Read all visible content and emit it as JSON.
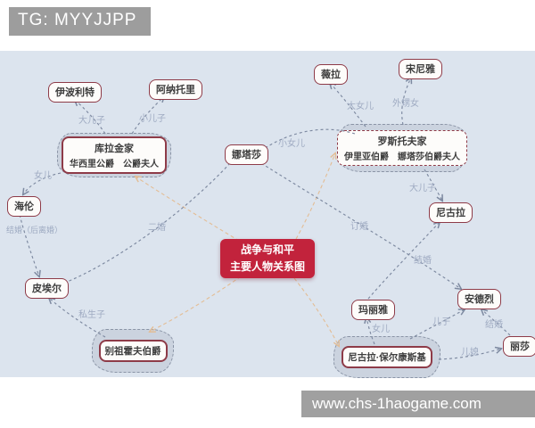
{
  "banner": {
    "text": "TG: MYYJJPP"
  },
  "footer": {
    "text": "www.chs-1haogame.com"
  },
  "center": {
    "title_line1": "战争与和平",
    "title_line2": "主要人物关系图"
  },
  "families": {
    "kuragin": {
      "title": "库拉金家",
      "members": "华西里公爵　公爵夫人"
    },
    "rostov": {
      "title": "罗斯托夫家",
      "members": "伊里亚伯爵　娜塔莎伯爵夫人"
    },
    "bezukhov": {
      "title": "别祖霍夫伯爵"
    },
    "bolkonsky": {
      "title": "尼古拉·保尔康斯基"
    }
  },
  "persons": {
    "hippolyte": "伊波利特",
    "anatole": "阿纳托里",
    "vera": "薇拉",
    "sonya": "宋尼雅",
    "natasha": "娜塔莎",
    "helen": "海伦",
    "nikolai": "尼古拉",
    "pierre": "皮埃尔",
    "andrei": "安德烈",
    "marya": "玛丽雅",
    "lisa": "丽莎"
  },
  "labels": {
    "eldest_son_kuragin": "大儿子",
    "younger_son": "小儿子",
    "daughter_kuragin": "女儿",
    "married_divorced": "结婚（后离婚）",
    "second_marriage": "二婚",
    "illegitimate_son": "私生子",
    "youngest_daughter": "小女儿",
    "eldest_daughter": "大女儿",
    "niece": "外甥女",
    "eldest_son_rostov": "大儿子",
    "engagement": "订婚",
    "marriage_nikolai": "结婚",
    "daughter_bolkonsky": "女儿",
    "son_bolkonsky": "儿子",
    "marriage_andrei": "结婚",
    "daughter_in_law": "儿媳"
  },
  "relationships": [
    {
      "from": "库拉金家",
      "to": "伊波利特",
      "label": "大儿子"
    },
    {
      "from": "库拉金家",
      "to": "阿纳托里",
      "label": "小儿子"
    },
    {
      "from": "库拉金家",
      "to": "海伦",
      "label": "女儿"
    },
    {
      "from": "海伦",
      "to": "皮埃尔",
      "label": "结婚（后离婚）"
    },
    {
      "from": "娜塔莎",
      "to": "皮埃尔",
      "label": "二婚"
    },
    {
      "from": "别祖霍夫伯爵",
      "to": "皮埃尔",
      "label": "私生子"
    },
    {
      "from": "罗斯托夫家",
      "to": "娜塔莎",
      "label": "小女儿"
    },
    {
      "from": "罗斯托夫家",
      "to": "薇拉",
      "label": "大女儿"
    },
    {
      "from": "罗斯托夫家",
      "to": "宋尼雅",
      "label": "外甥女"
    },
    {
      "from": "罗斯托夫家",
      "to": "尼古拉",
      "label": "大儿子"
    },
    {
      "from": "娜塔莎",
      "to": "安德烈",
      "label": "订婚"
    },
    {
      "from": "玛丽雅",
      "to": "尼古拉",
      "label": "结婚"
    },
    {
      "from": "尼古拉·保尔康斯基",
      "to": "玛丽雅",
      "label": "女儿"
    },
    {
      "from": "尼古拉·保尔康斯基",
      "to": "安德烈",
      "label": "儿子"
    },
    {
      "from": "丽莎",
      "to": "安德烈",
      "label": "结婚"
    },
    {
      "from": "尼古拉·保尔康斯基",
      "to": "丽莎",
      "label": "儿媳"
    }
  ],
  "colors": {
    "accent_red": "#c2233c",
    "node_border": "#8e3b48",
    "map_background": "#dce4ee",
    "cloud_background": "#cbd3df",
    "edge_gray": "#7d89a0",
    "edge_label_gray": "#9fabc2",
    "connector_orange": "#e3bd95",
    "watermark_gray": "#9d9d9d"
  }
}
